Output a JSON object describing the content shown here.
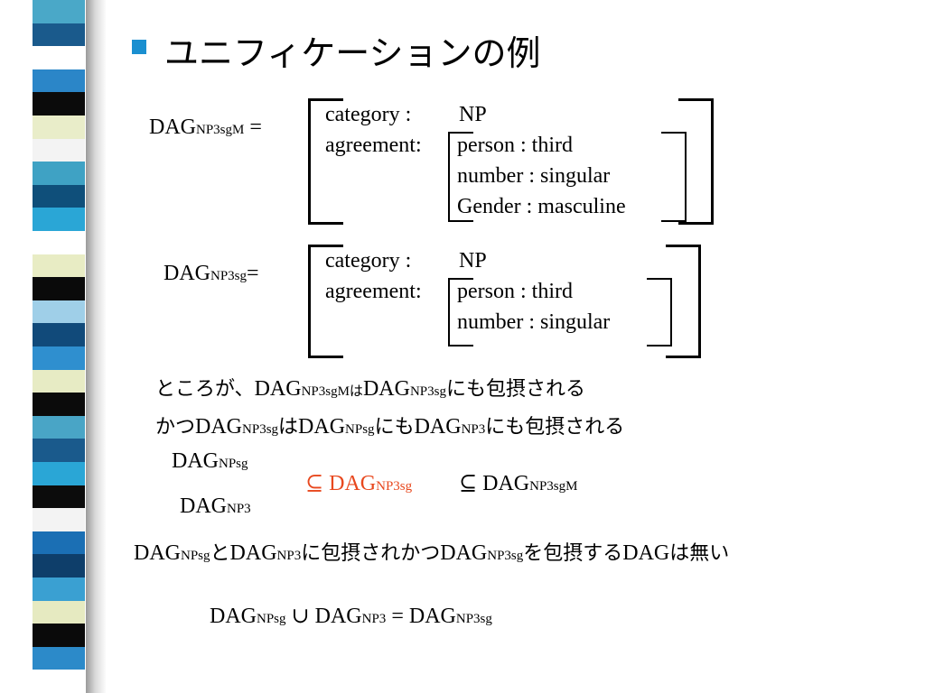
{
  "accent_color": "#1a8fd0",
  "highlight_color": "#e8481e",
  "title": "ユニフィケーションの例",
  "dag1": {
    "label_main": "DAG",
    "label_sub": "NP3sgM",
    "equals": "=",
    "category_key": "category :",
    "category_val": "NP",
    "agreement_key": "agreement:",
    "person": "person : third",
    "number": "number : singular",
    "gender": "Gender : masculine"
  },
  "dag2": {
    "label_main": "DAG",
    "label_sub": "NP3sg",
    "equals": "=",
    "category_key": "category :",
    "category_val": "NP",
    "agreement_key": "agreement:",
    "person": "person : third",
    "number": "number : singular"
  },
  "line1": {
    "p1": "ところが、",
    "d1": "DAG",
    "s1": "NP3sgM",
    "p2": "は",
    "d2": "DAG",
    "s2": "NP3sg",
    "p3": "にも包摂される"
  },
  "line2": {
    "p1": "かつ",
    "d1": "DAG",
    "s1": "NP3sg",
    "p2": "は",
    "d2": "DAG",
    "s2": "NPsg",
    "p3": "にも",
    "d3": "DAG",
    "s3": "NP3",
    "p4": "にも包摂される"
  },
  "lattice": {
    "top_main": "DAG",
    "top_sub": "NPsg",
    "bot_main": "DAG",
    "bot_sub": "NP3",
    "sym1": "⊆",
    "mid_main": "DAG",
    "mid_sub": "NP3sg",
    "sym2": "⊆",
    "right_main": "DAG",
    "right_sub": "NP3sgM"
  },
  "line3": {
    "d1": "DAG",
    "s1": "NPsg",
    "p1": "と",
    "d2": "DAG",
    "s2": "NP3",
    "p2": "に包摂されかつ",
    "d3": "DAG",
    "s3": "NP3sg",
    "p3": "を包摂する",
    "d4": "DAG",
    "p4": "は無い"
  },
  "union": {
    "d1": "DAG",
    "s1": "NPsg",
    "sym": "∪",
    "d2": "DAG",
    "s2": "NP3",
    "eq": "=",
    "d3": "DAG",
    "s3": "NP3sg"
  }
}
